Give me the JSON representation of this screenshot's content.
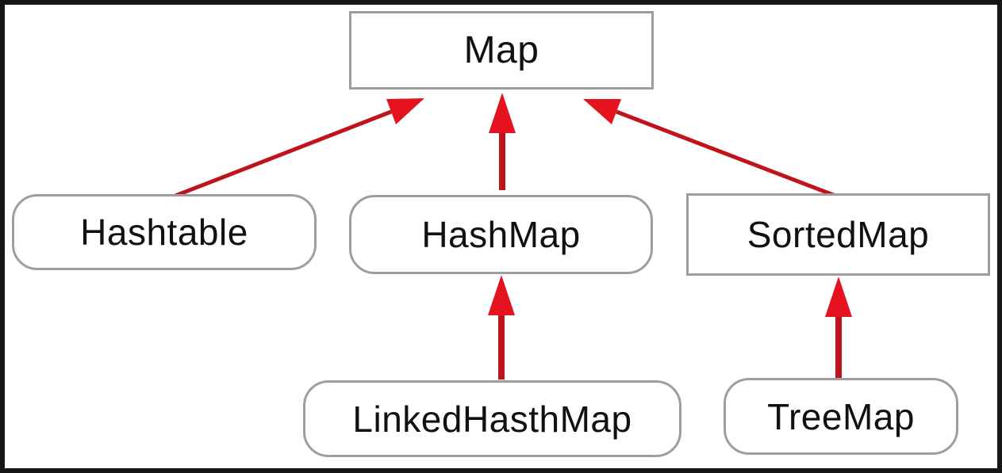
{
  "diagram": {
    "nodes": [
      {
        "id": "map",
        "label": "Map",
        "shape": "rectangle"
      },
      {
        "id": "hashtable",
        "label": "Hashtable",
        "shape": "rounded"
      },
      {
        "id": "hashmap",
        "label": "HashMap",
        "shape": "rounded"
      },
      {
        "id": "sortedmap",
        "label": "SortedMap",
        "shape": "rectangle"
      },
      {
        "id": "linkedhashmap",
        "label": "LinkedHasthMap",
        "shape": "rounded"
      },
      {
        "id": "treemap",
        "label": "TreeMap",
        "shape": "rounded"
      }
    ],
    "edges": [
      {
        "from": "Hashtable",
        "to": "Map"
      },
      {
        "from": "HashMap",
        "to": "Map"
      },
      {
        "from": "SortedMap",
        "to": "Map"
      },
      {
        "from": "LinkedHasthMap",
        "to": "HashMap"
      },
      {
        "from": "TreeMap",
        "to": "SortedMap"
      }
    ],
    "colors": {
      "arrow_head": "#e5131f",
      "arrow_shaft": "#c0141d",
      "box_border": "#9e9e9e",
      "frame": "#161616",
      "text": "#111111",
      "background": "#ffffff"
    }
  }
}
